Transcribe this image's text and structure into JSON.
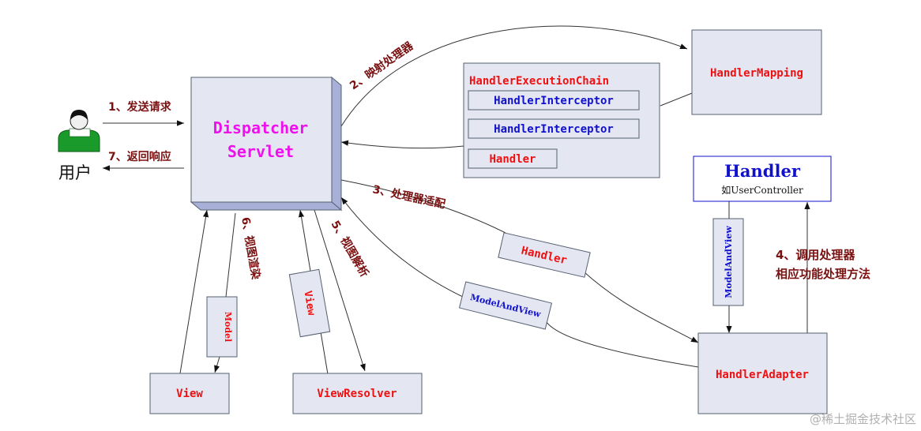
{
  "user": {
    "label": "用户"
  },
  "steps": {
    "s1": "1、发送请求",
    "s2": "2、映射处理器",
    "s3": "3、处理器适配",
    "s4a": "4、调用处理器",
    "s4b": "相应功能处理方法",
    "s5": "5、视图解析",
    "s6": "6、视图渲染",
    "s7": "7、返回响应"
  },
  "dispatcher": {
    "line1": "Dispatcher",
    "line2": "Servlet"
  },
  "handlerMapping": {
    "label": "HandlerMapping"
  },
  "executionChain": {
    "title": "HandlerExecutionChain",
    "interceptor1": "HandlerInterceptor",
    "interceptor2": "HandlerInterceptor",
    "handler": "Handler"
  },
  "handlerBox": {
    "title": "Handler",
    "subtitle": "如UserController"
  },
  "handlerAdapter": {
    "label": "HandlerAdapter"
  },
  "view": {
    "label": "View"
  },
  "viewResolver": {
    "label": "ViewResolver"
  },
  "tags": {
    "handler": "Handler",
    "modelAndViewLeft": "ModelAndView",
    "modelAndViewVertical": "ModelAndView",
    "model": "Model",
    "view": "View"
  },
  "watermark": "@稀土掘金技术社区",
  "colors": {
    "red": "#ee1111",
    "blue": "#1111cc",
    "magenta": "#ee11ee",
    "stepText": "#7a1010",
    "boxFill": "#e4e6f2",
    "border": "#556070"
  }
}
